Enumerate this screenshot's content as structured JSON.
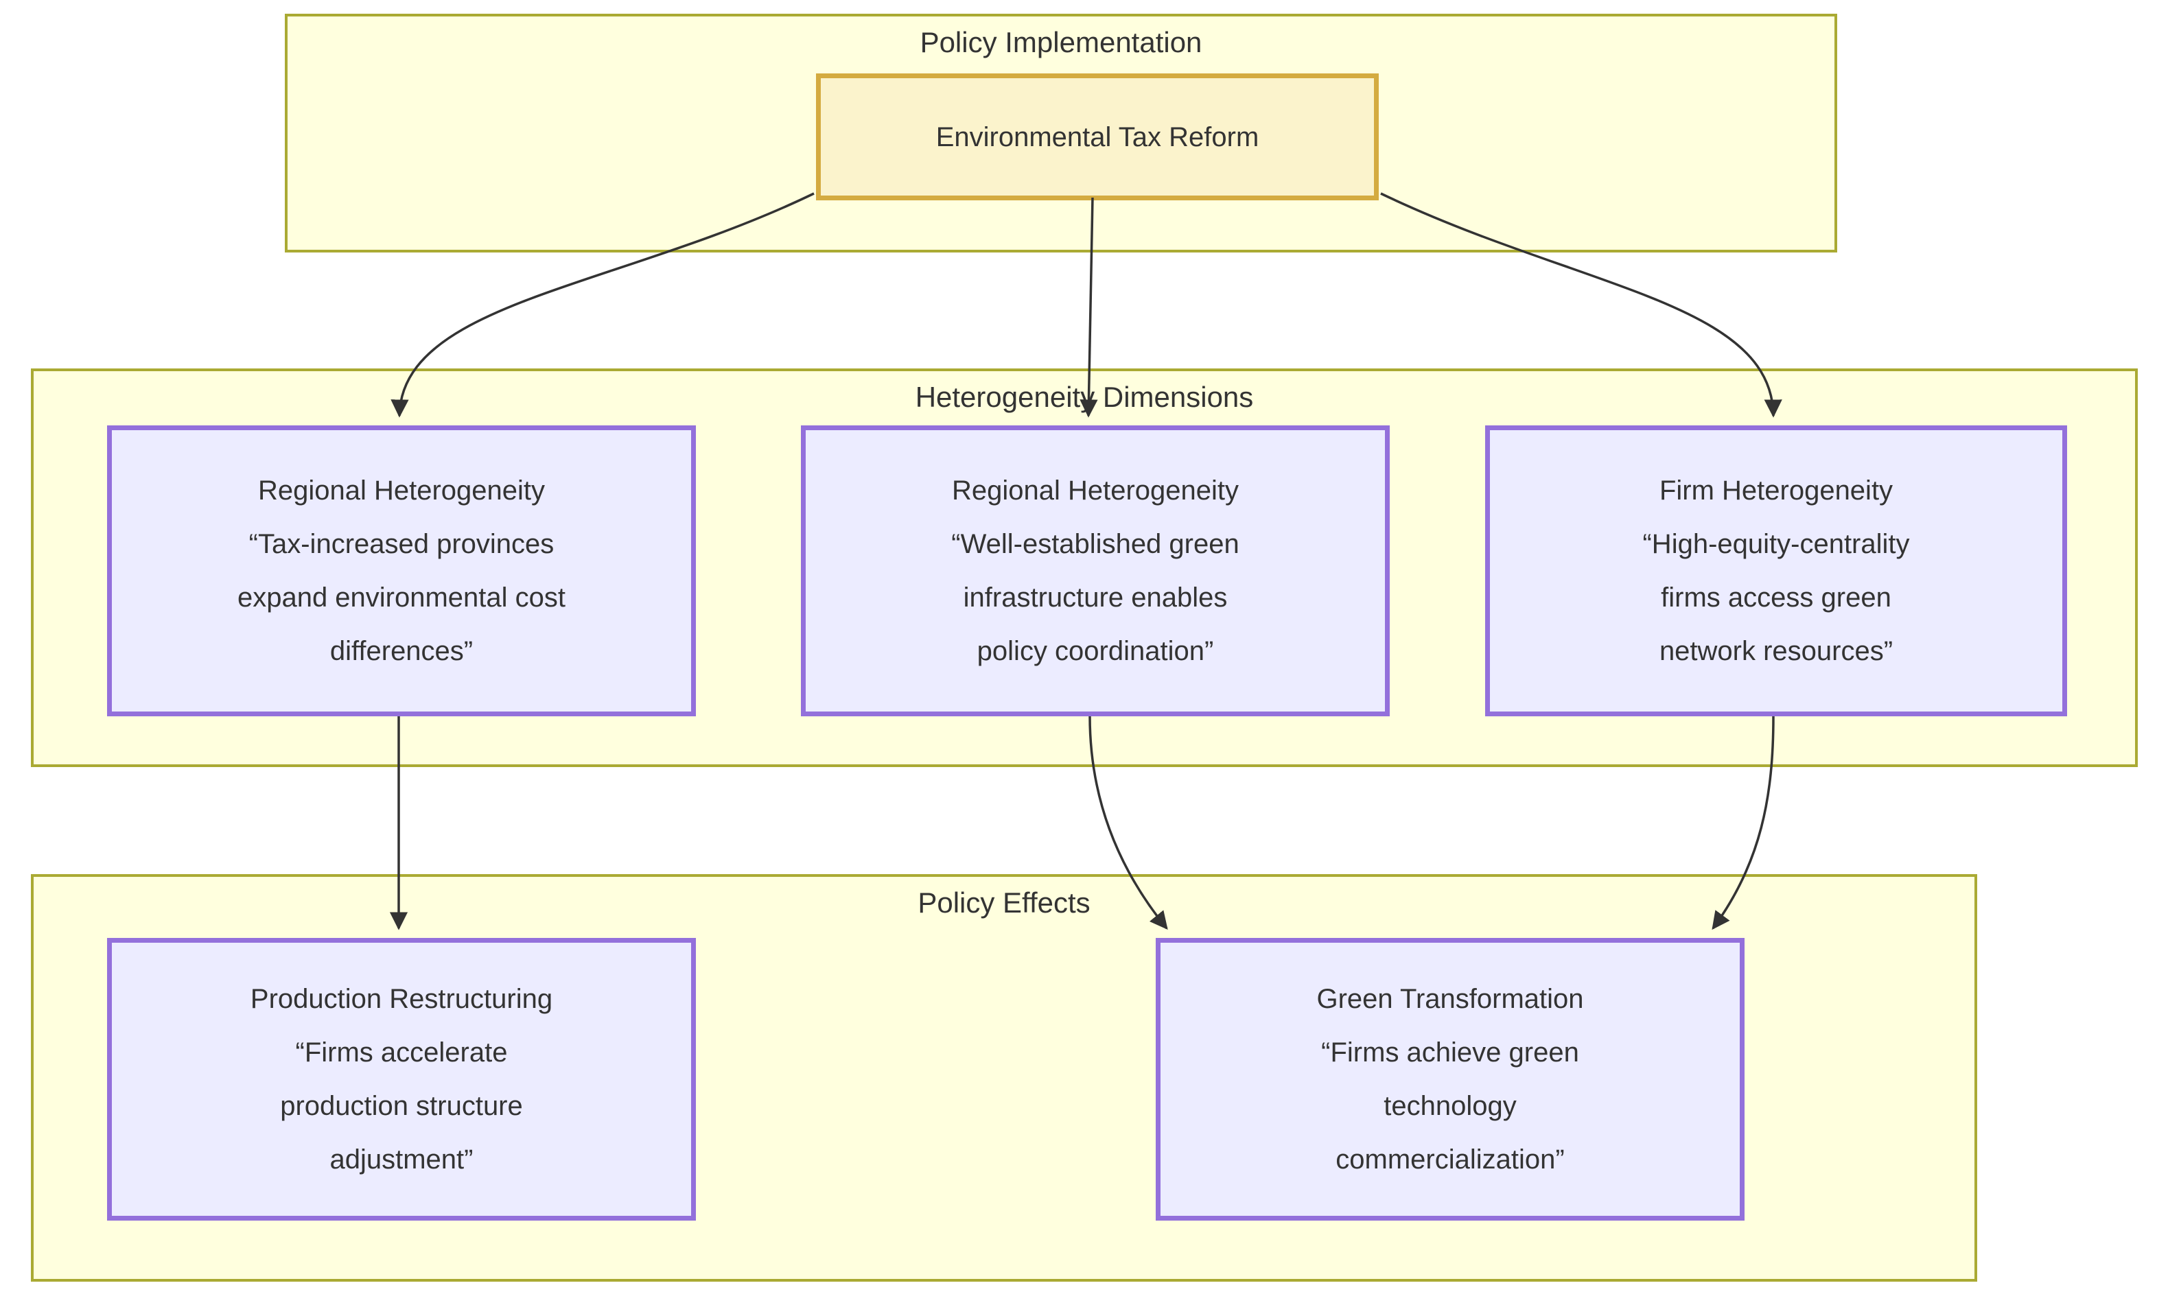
{
  "diagram": {
    "clusters": {
      "policy_implementation": {
        "label": "Policy Implementation"
      },
      "heterogeneity_dimensions": {
        "label": "Heterogeneity Dimensions"
      },
      "policy_effects": {
        "label": "Policy Effects"
      }
    },
    "nodes": {
      "environmental_tax_reform": {
        "label": "Environmental Tax Reform"
      },
      "regional_heterogeneity_1": {
        "title": "Regional Heterogeneity",
        "quote_lines": [
          "“Tax-increased provinces",
          "expand environmental cost",
          "differences”"
        ]
      },
      "regional_heterogeneity_2": {
        "title": "Regional Heterogeneity",
        "quote_lines": [
          "“Well-established green",
          "infrastructure enables",
          "policy coordination”"
        ]
      },
      "firm_heterogeneity": {
        "title": "Firm Heterogeneity",
        "quote_lines": [
          "“High-equity-centrality",
          "firms access green",
          "network resources”"
        ]
      },
      "production_restructuring": {
        "title": "Production Restructuring",
        "quote_lines": [
          "“Firms accelerate",
          "production structure",
          "adjustment”"
        ]
      },
      "green_transformation": {
        "title": "Green Transformation",
        "quote_lines": [
          "“Firms achieve green",
          "technology",
          "commercialization”"
        ]
      }
    },
    "edges": [
      {
        "from": "environmental_tax_reform",
        "to": "regional_heterogeneity_1"
      },
      {
        "from": "environmental_tax_reform",
        "to": "regional_heterogeneity_2"
      },
      {
        "from": "environmental_tax_reform",
        "to": "firm_heterogeneity"
      },
      {
        "from": "regional_heterogeneity_1",
        "to": "production_restructuring"
      },
      {
        "from": "regional_heterogeneity_2",
        "to": "green_transformation"
      },
      {
        "from": "firm_heterogeneity",
        "to": "green_transformation"
      }
    ],
    "colors": {
      "cluster_fill": "#ffffde",
      "cluster_border": "#aaaa33",
      "node_fill": "#ececff",
      "node_border": "#9370db",
      "highlight_node_fill": "#fbf3cc",
      "highlight_node_border": "#d4ab40",
      "edge": "#333333",
      "text": "#333333",
      "background": "#ffffff"
    }
  }
}
